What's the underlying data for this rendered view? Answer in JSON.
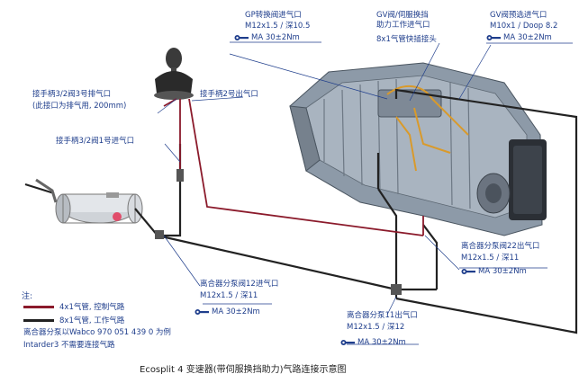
{
  "colors": {
    "red_line": "#8b1a2b",
    "black_line": "#222222",
    "label": "#1f3e8c"
  },
  "labels": {
    "gp_port": "GP转换阀进气口",
    "gp_spec": "M12x1.5 / 深10.5",
    "gp_torque": "MA 30±2Nm",
    "gv_servo_port": "GV阀/伺服换挡",
    "gv_servo_port2": "助力工作进气口",
    "gv_servo_fitting": "8x1气管快插接头",
    "gv_pre_port": "GV阀预选进气口",
    "gv_pre_spec": "M10x1 / Doop 8.2",
    "gv_pre_torque": "MA 30±2Nm",
    "handle_exhaust_1": "接手柄3/2阀3号排气口",
    "handle_exhaust_2": "(此接口为排气用, 200mm)",
    "handle_out2": "接手柄2号出气口",
    "handle_in1": "接手柄3/2阀1号进气口",
    "clutch22_port": "离合器分泵阀22出气口",
    "clutch22_spec": "M12x1.5 / 深11",
    "clutch22_torque": "MA 30±2Nm",
    "clutch12_port": "离合器分泵阀12进气口",
    "clutch12_spec": "M12x1.5 / 深11",
    "clutch12_torque": "MA 30±2Nm",
    "clutch11_port": "离合器分泵11出气口",
    "clutch11_spec": "M12x1.5 / 深12",
    "clutch11_torque": "MA 30±2Nm"
  },
  "legend": {
    "title": "注:",
    "red_item": "4x1气管, 控制气路",
    "black_item": "8x1气管, 工作气路",
    "note1": "离合器分泵以Wabco 970 051 439 0 为例",
    "note2": "Intarder3 不需要连接气路"
  },
  "caption": "Ecosplit 4 变速器(带伺服换挡助力)气路连接示意图"
}
